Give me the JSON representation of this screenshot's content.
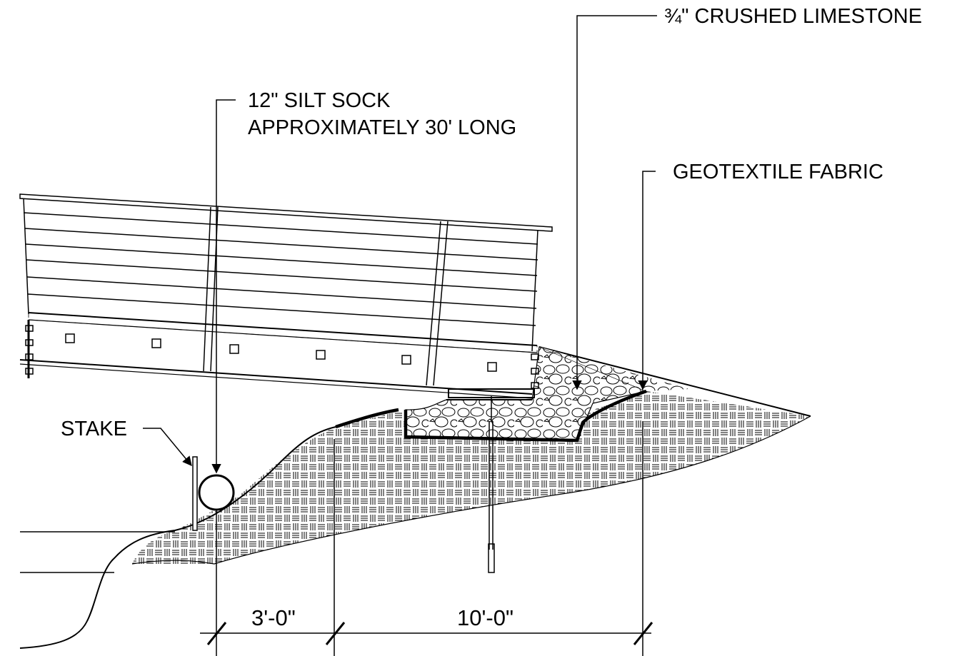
{
  "callouts": {
    "limestone": "¾\" CRUSHED LIMESTONE",
    "silt_sock_line1": "12\" SILT SOCK",
    "silt_sock_line2": "APPROXIMATELY 30' LONG",
    "geotextile": "GEOTEXTILE FABRIC",
    "stake": "STAKE"
  },
  "dimensions": {
    "left": "3'-0\"",
    "right": "10'-0\""
  },
  "colors": {
    "line": "#000000",
    "background": "#ffffff"
  }
}
